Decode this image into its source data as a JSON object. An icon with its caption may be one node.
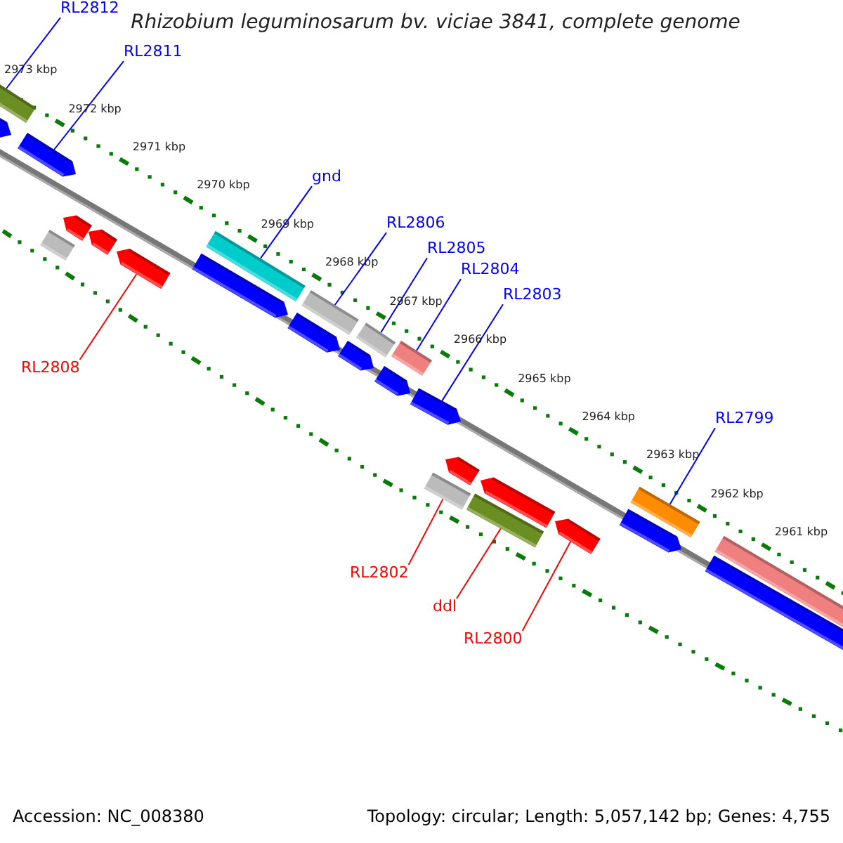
{
  "diagram": {
    "title": "Rhizobium leguminosarum bv. viciae 3841, complete genome",
    "nodes": [
      {
        "text": [
          "RL2812"
        ]
      },
      {
        "text": [
          "RL2811"
        ]
      },
      {
        "text": [
          "gnd"
        ]
      },
      {
        "text": [
          "RL2806"
        ]
      },
      {
        "text": [
          "RL2805"
        ]
      },
      {
        "text": [
          "RL2804"
        ]
      },
      {
        "text": [
          "RL2803"
        ]
      },
      {
        "text": [
          "RL2799"
        ]
      },
      {
        "text": [
          "RL2808"
        ]
      },
      {
        "text": [
          "RL2802"
        ]
      },
      {
        "text": [
          "ddl"
        ]
      },
      {
        "text": [
          "RL2800"
        ]
      },
      {
        "text": [],
        "shape": "bar"
      },
      {
        "text": [],
        "shape": "arrow"
      },
      {
        "text": [],
        "shape": "arrow"
      },
      {
        "text": [],
        "shape": "bar"
      },
      {
        "text": [],
        "shape": "arrow"
      },
      {
        "text": [],
        "shape": "arrow"
      },
      {
        "text": [],
        "shape": "arrow"
      },
      {
        "text": [],
        "shape": "arrow"
      },
      {
        "text": [],
        "shape": "bar"
      },
      {
        "text": [],
        "shape": "arrow"
      },
      {
        "text": [],
        "shape": "bar"
      },
      {
        "text": [],
        "shape": "arrow"
      },
      {
        "text": [],
        "shape": "bar"
      },
      {
        "text": [],
        "shape": "arrow"
      },
      {
        "text": [],
        "shape": "bar"
      },
      {
        "text": [],
        "shape": "arrow"
      },
      {
        "text": [],
        "shape": "bar"
      },
      {
        "text": [],
        "shape": "arrow"
      },
      {
        "text": [],
        "shape": "bar"
      },
      {
        "text": [],
        "shape": "arrow"
      },
      {
        "text": [],
        "shape": "arrow"
      },
      {
        "text": [],
        "shape": "arrow"
      },
      {
        "text": [],
        "shape": "bar"
      },
      {
        "text": [],
        "shape": "arrow"
      },
      {
        "text": [],
        "shape": "bar"
      }
    ],
    "edges": [
      {
        "from": 0,
        "to": 12,
        "arrow": "none"
      },
      {
        "from": 1,
        "to": 14,
        "arrow": "none"
      },
      {
        "from": 2,
        "to": 20,
        "arrow": "none"
      },
      {
        "from": 3,
        "to": 22,
        "arrow": "none"
      },
      {
        "from": 4,
        "to": 24,
        "arrow": "none"
      },
      {
        "from": 5,
        "to": 26,
        "arrow": "none"
      },
      {
        "from": 6,
        "to": 27,
        "arrow": "none"
      },
      {
        "from": 7,
        "to": 34,
        "arrow": "none"
      },
      {
        "from": 8,
        "to": 18,
        "arrow": "none",
        "color": "#ff0000"
      },
      {
        "from": 9,
        "to": 28,
        "arrow": "none",
        "color": "#ff0000"
      },
      {
        "from": 10,
        "to": 30,
        "arrow": "none",
        "color": "#ff0000"
      },
      {
        "from": 11,
        "to": 32,
        "arrow": "none",
        "color": "#ff0000"
      }
    ],
    "labels": [
      "2973 kbp",
      "2972 kbp",
      "2971 kbp",
      "2970 kbp",
      "2969 kbp",
      "2968 kbp",
      "2967 kbp",
      "2966 kbp",
      "2965 kbp",
      "2964 kbp",
      "2963 kbp",
      "2962 kbp",
      "2961 kbp",
      "Accession: NC_008380",
      "Topology: circular; Length: 5,057,142 bp; Genes: 4,755"
    ]
  }
}
